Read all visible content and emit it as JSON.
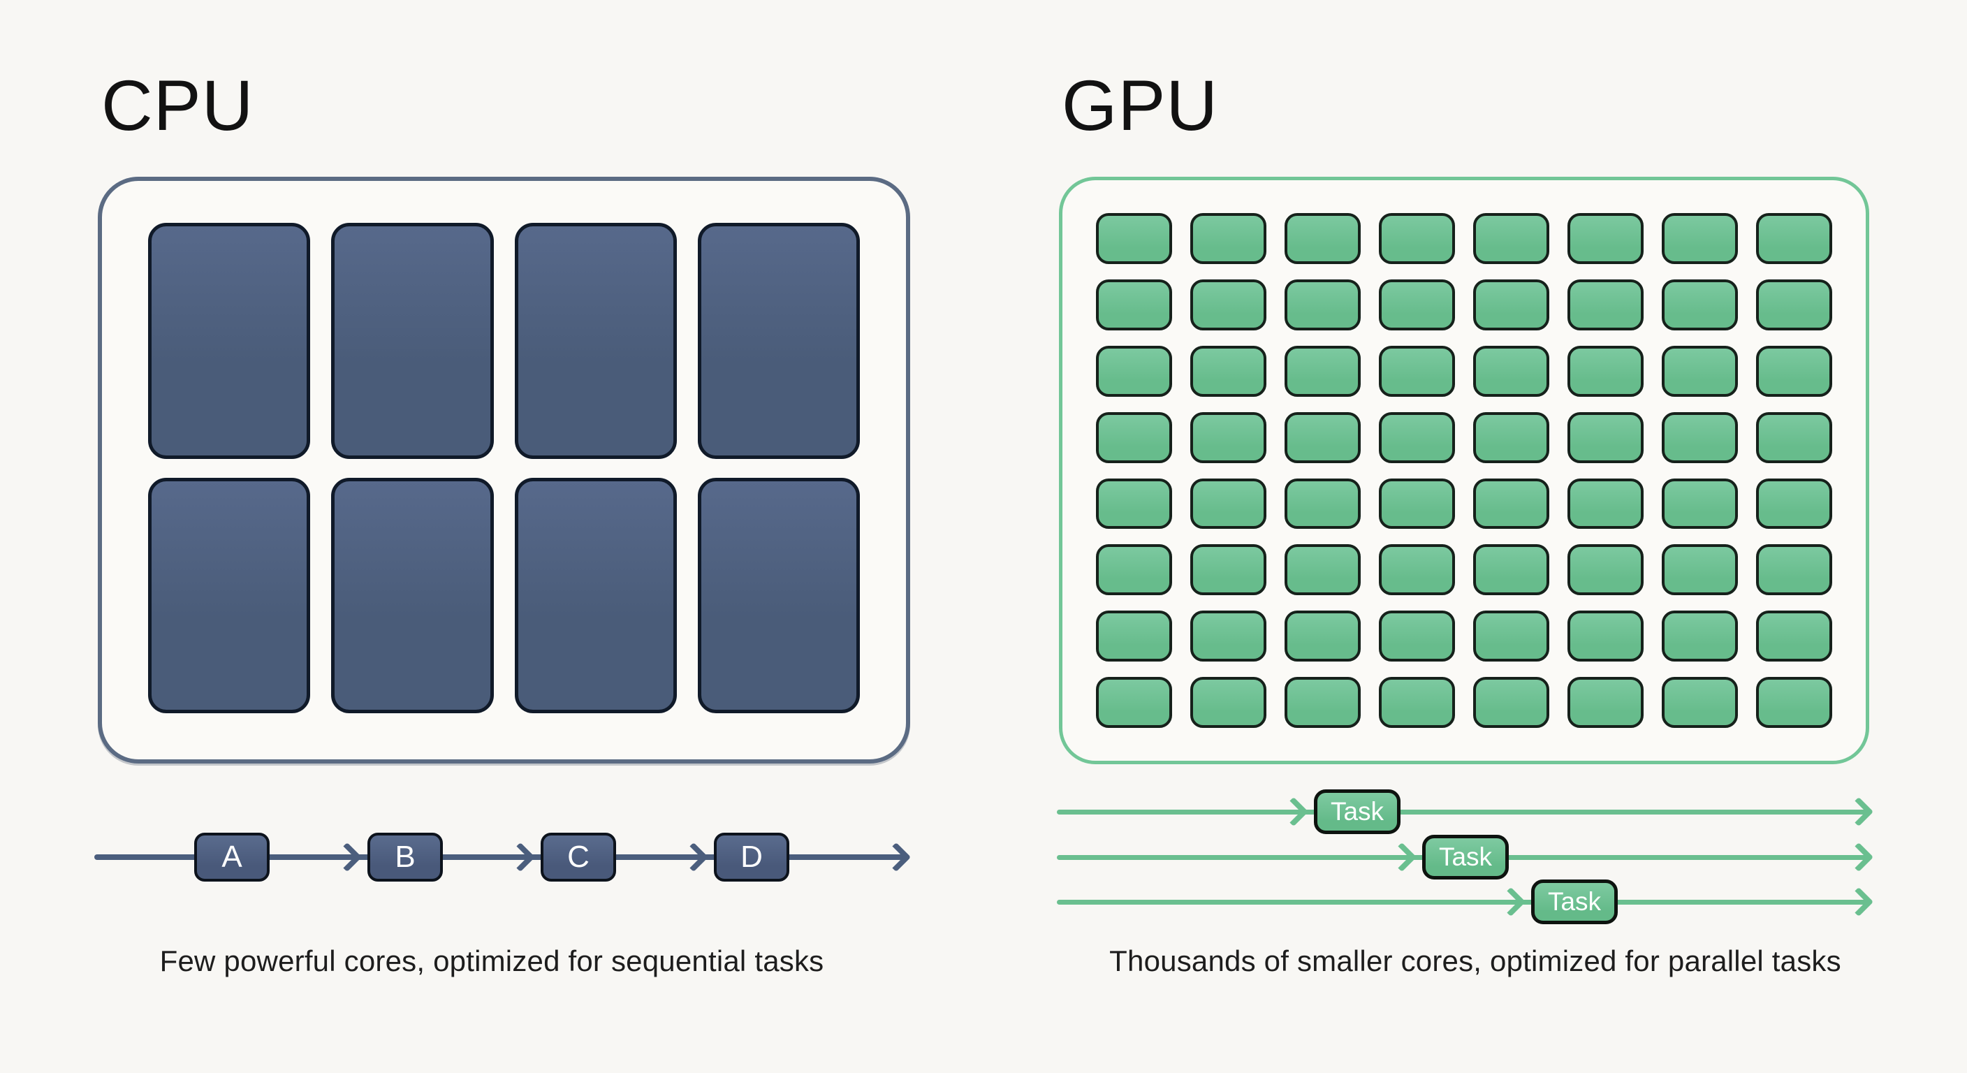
{
  "page": {
    "background": "#f8f7f4"
  },
  "cpu": {
    "title": "CPU",
    "caption": "Few powerful cores, optimized for sequential tasks",
    "accent_color": "#5b6b83",
    "core_color": "#4a5c79",
    "core_border_color": "#101a29",
    "flow_color": "#4b5e7d",
    "core_rows": 2,
    "core_cols": 4,
    "flow_labels": [
      "A",
      "B",
      "C",
      "D"
    ]
  },
  "gpu": {
    "title": "GPU",
    "caption": "Thousands of smaller cores, optimized for parallel tasks",
    "accent_color": "#72c697",
    "core_color": "#67bc8c",
    "core_border_color": "#16211b",
    "flow_color": "#6abf8f",
    "core_rows": 8,
    "core_cols": 8,
    "lanes": [
      {
        "label": "Task"
      },
      {
        "label": "Task"
      },
      {
        "label": "Task"
      }
    ]
  }
}
